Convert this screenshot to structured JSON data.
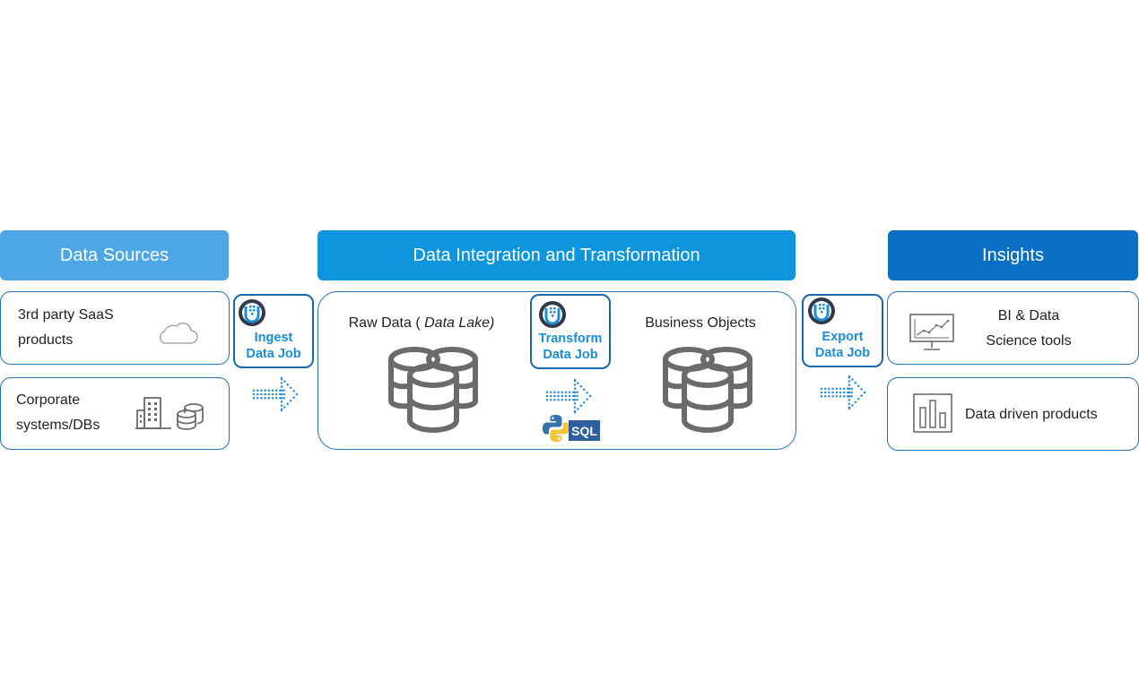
{
  "headers": {
    "sources": "Data Sources",
    "integration": "Data Integration and Transformation",
    "insights": "Insights"
  },
  "sources": {
    "saas_line1": "3rd party SaaS",
    "saas_line2": "products",
    "corp_line1": "Corporate",
    "corp_line2": "systems/DBs"
  },
  "jobs": {
    "ingest_line1": "Ingest",
    "ingest_line2": "Data Job",
    "transform_line1": "Transform",
    "transform_line2": "Data Job",
    "export_line1": "Export",
    "export_line2": "Data Job"
  },
  "stages": {
    "raw_prefix": "Raw Data (",
    "raw_italic": "Data Lake)",
    "business": "Business Objects",
    "sql_badge": "SQL"
  },
  "insights": {
    "bi_line1": "BI & Data",
    "bi_line2": "Science tools",
    "products": "Data driven products"
  },
  "colors": {
    "sources_header": "#4ea6e4",
    "integration_header": "#0d96dd",
    "insights_header": "#0b6fc6",
    "border": "#1f73b7",
    "arrow": "#2a8fd8",
    "icon_gray": "#6b6b6b"
  },
  "icons": [
    "cloud-icon",
    "building-icon",
    "database-icon",
    "job-logo-icon",
    "python-icon",
    "monitor-chart-icon",
    "bar-chart-icon",
    "dotted-arrow-icon"
  ]
}
